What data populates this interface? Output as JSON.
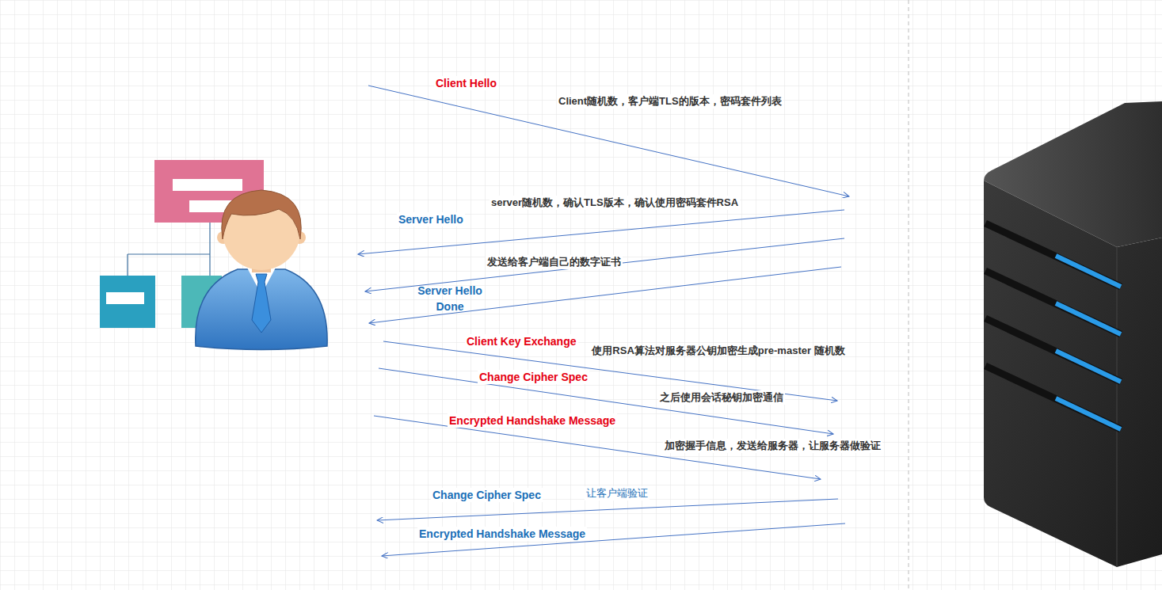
{
  "diagram": {
    "labels": [
      "Client Hello",
      "Client随机数，客户端TLS的版本，密码套件列表",
      "server随机数，确认TLS版本，确认使用密码套件RSA",
      "Server Hello",
      "发送给客户端自己的数字证书",
      "Server Hello Done",
      "Client Key Exchange",
      "使用RSA算法对服务器公钥加密生成pre-master 随机数",
      "Change Cipher Spec",
      "之后使用会话秘钥加密通信",
      "Encrypted Handshake Message",
      "加密握手信息，发送给服务器，让服务器做验证",
      "Change Cipher Spec",
      "让客户端验证",
      "Encrypted Handshake Message"
    ]
  }
}
